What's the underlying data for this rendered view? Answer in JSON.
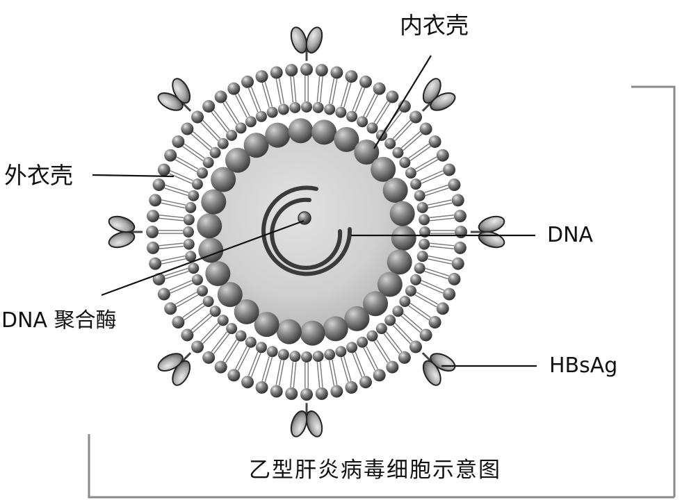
{
  "diagram": {
    "caption": "乙型肝炎病毒细胞示意图",
    "labels": {
      "inner_capsid": "内衣壳",
      "outer_envelope": "外衣壳",
      "dna": "DNA",
      "dna_polymerase": "DNA 聚合酶",
      "hbsag": "HBsAg"
    }
  }
}
